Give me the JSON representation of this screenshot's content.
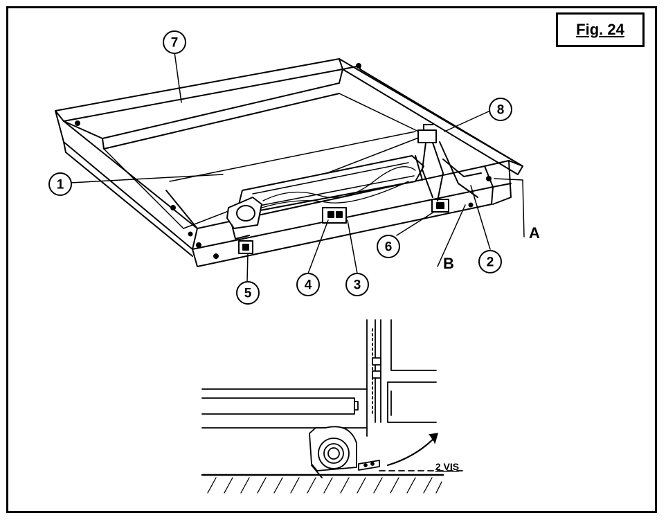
{
  "figure": {
    "label": "Fig. 24"
  },
  "callouts": [
    {
      "id": "1",
      "text": "1"
    },
    {
      "id": "2",
      "text": "2"
    },
    {
      "id": "3",
      "text": "3"
    },
    {
      "id": "4",
      "text": "4"
    },
    {
      "id": "5",
      "text": "5"
    },
    {
      "id": "6",
      "text": "6"
    },
    {
      "id": "7",
      "text": "7"
    },
    {
      "id": "8",
      "text": "8"
    }
  ],
  "letters": {
    "a": "A",
    "b": "B"
  },
  "detail": {
    "screws_label": "2 VIS"
  }
}
